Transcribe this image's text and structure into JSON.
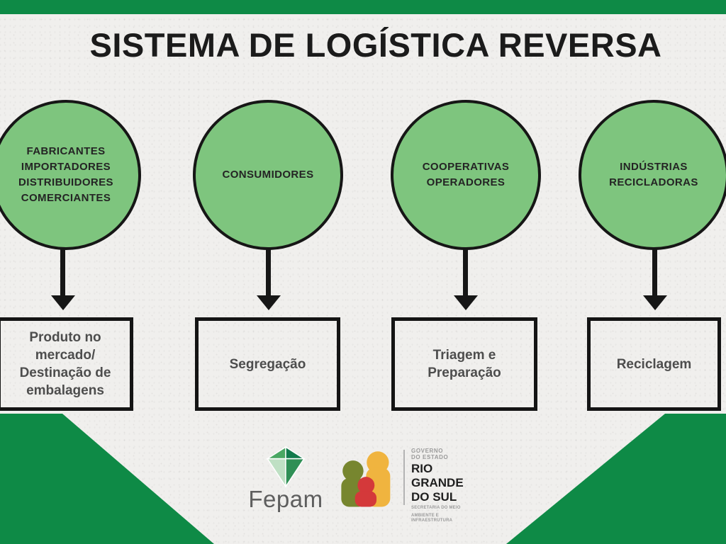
{
  "title": "SISTEMA DE LOGÍSTICA REVERSA",
  "colors": {
    "brand_green": "#0e8a46",
    "circle_green": "#7ec57e",
    "outline_black": "#161616",
    "background": "#f0efed"
  },
  "flow": {
    "columns": [
      {
        "circle_lines": [
          "FABRICANTES",
          "IMPORTADORES",
          "DISTRIBUIDORES",
          "COMERCIANTES"
        ],
        "box_lines": [
          "Produto no",
          "mercado/",
          "Destinação de",
          "embalagens"
        ]
      },
      {
        "circle_lines": [
          "CONSUMIDORES"
        ],
        "box_lines": [
          "Segregação"
        ]
      },
      {
        "circle_lines": [
          "COOPERATIVAS",
          "OPERADORES"
        ],
        "box_lines": [
          "Triagem e",
          "Preparação"
        ]
      },
      {
        "circle_lines": [
          "INDÚSTRIAS",
          "RECICLADORAS"
        ],
        "box_lines": [
          "Reciclagem"
        ]
      }
    ]
  },
  "footer": {
    "fepam_label": "Fepam",
    "gov_logo": {
      "small_line1": "GOVERNO",
      "small_line2": "DO ESTADO",
      "main_line1": "RIO",
      "main_line2": "GRANDE",
      "main_line3": "DO SUL",
      "sub_line1": "SECRETARIA DO MEIO",
      "sub_line2": "AMBIENTE E INFRAESTRUTURA"
    }
  }
}
